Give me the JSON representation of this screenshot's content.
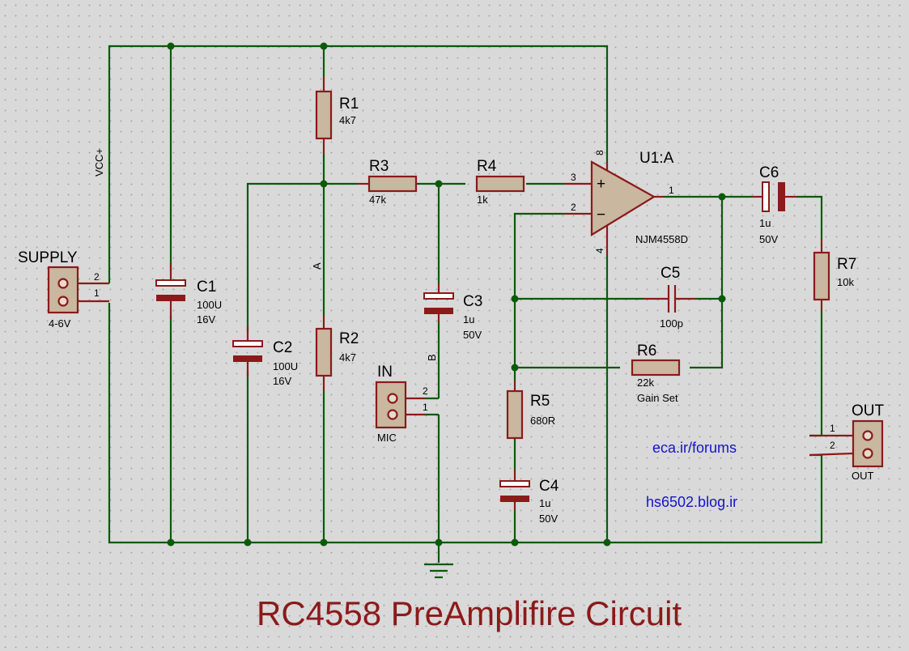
{
  "title": "RC4558 PreAmplifire Circuit",
  "footer_links": {
    "forum": "eca.ir/forums",
    "blog": "hs6502.blog.ir"
  },
  "net_labels": {
    "vcc": "VCC+",
    "a": "A",
    "b": "B"
  },
  "colors": {
    "wire": "#0a5a0a",
    "component": "#8b1a1a",
    "link": "#1414c8",
    "title": "#8b1a1a"
  },
  "components": {
    "supply": {
      "ref": "SUPPLY",
      "value": "4-6V",
      "pin1": "1",
      "pin2": "2"
    },
    "in": {
      "ref": "IN",
      "value": "MIC",
      "pin1": "1",
      "pin2": "2"
    },
    "out": {
      "ref": "OUT",
      "value": "OUT",
      "pin1": "1",
      "pin2": "2"
    },
    "r1": {
      "ref": "R1",
      "value": "4k7"
    },
    "r2": {
      "ref": "R2",
      "value": "4k7"
    },
    "r3": {
      "ref": "R3",
      "value": "47k"
    },
    "r4": {
      "ref": "R4",
      "value": "1k"
    },
    "r5": {
      "ref": "R5",
      "value": "680R"
    },
    "r6": {
      "ref": "R6",
      "value": "22k",
      "note": "Gain Set"
    },
    "r7": {
      "ref": "R7",
      "value": "10k"
    },
    "c1": {
      "ref": "C1",
      "value": "100U",
      "voltage": "16V"
    },
    "c2": {
      "ref": "C2",
      "value": "100U",
      "voltage": "16V"
    },
    "c3": {
      "ref": "C3",
      "value": "1u",
      "voltage": "50V"
    },
    "c4": {
      "ref": "C4",
      "value": "1u",
      "voltage": "50V"
    },
    "c5": {
      "ref": "C5",
      "value": "100p"
    },
    "c6": {
      "ref": "C6",
      "value": "1u",
      "voltage": "50V"
    },
    "u1": {
      "ref": "U1:A",
      "part": "NJM4558D",
      "pin_plus": "3",
      "pin_minus": "2",
      "pin_out": "1",
      "pin_vcc": "8",
      "pin_gnd": "4",
      "plus_sign": "+",
      "minus_sign": "−"
    }
  }
}
